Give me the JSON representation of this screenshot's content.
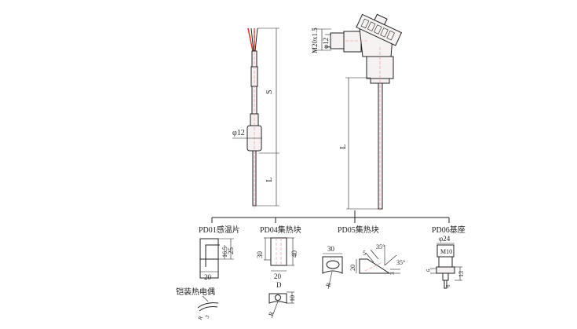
{
  "sheathed": {
    "dim_s": "S",
    "dim_l": "L",
    "dim_dia": "φ12"
  },
  "head": {
    "dim_thread": "M20x1.5",
    "dim_dia": "φ12",
    "dim_l": "L"
  },
  "pd01": {
    "title": "PD01感温片",
    "dim_h1": "25",
    "dim_h2": "16.5",
    "dim_w": "20",
    "note": "铠装热电偶",
    "dim_r": "R",
    "dim_3": "3"
  },
  "pd04": {
    "title": "PD04集热块",
    "dim_h1": "30",
    "dim_h2": "40",
    "dim_w": "20",
    "dim_d": "D",
    "dim_10": "10",
    "dim_r": "R"
  },
  "pd05": {
    "title": "PD05集热块",
    "dim_w": "30",
    "dim_r": "R",
    "dim_5": "5",
    "dim_a1": "35°",
    "dim_a2": "35°",
    "dim_h": "20",
    "dim_3": "3"
  },
  "pd06": {
    "title": "PD06基座",
    "dim_dia": "φ24",
    "dim_thread": "M10",
    "dim_6a": "6",
    "dim_13": "13",
    "dim_6b": "6"
  },
  "colors": {
    "wire": "#e0302a",
    "line": "#222222",
    "center": "#e88888"
  }
}
